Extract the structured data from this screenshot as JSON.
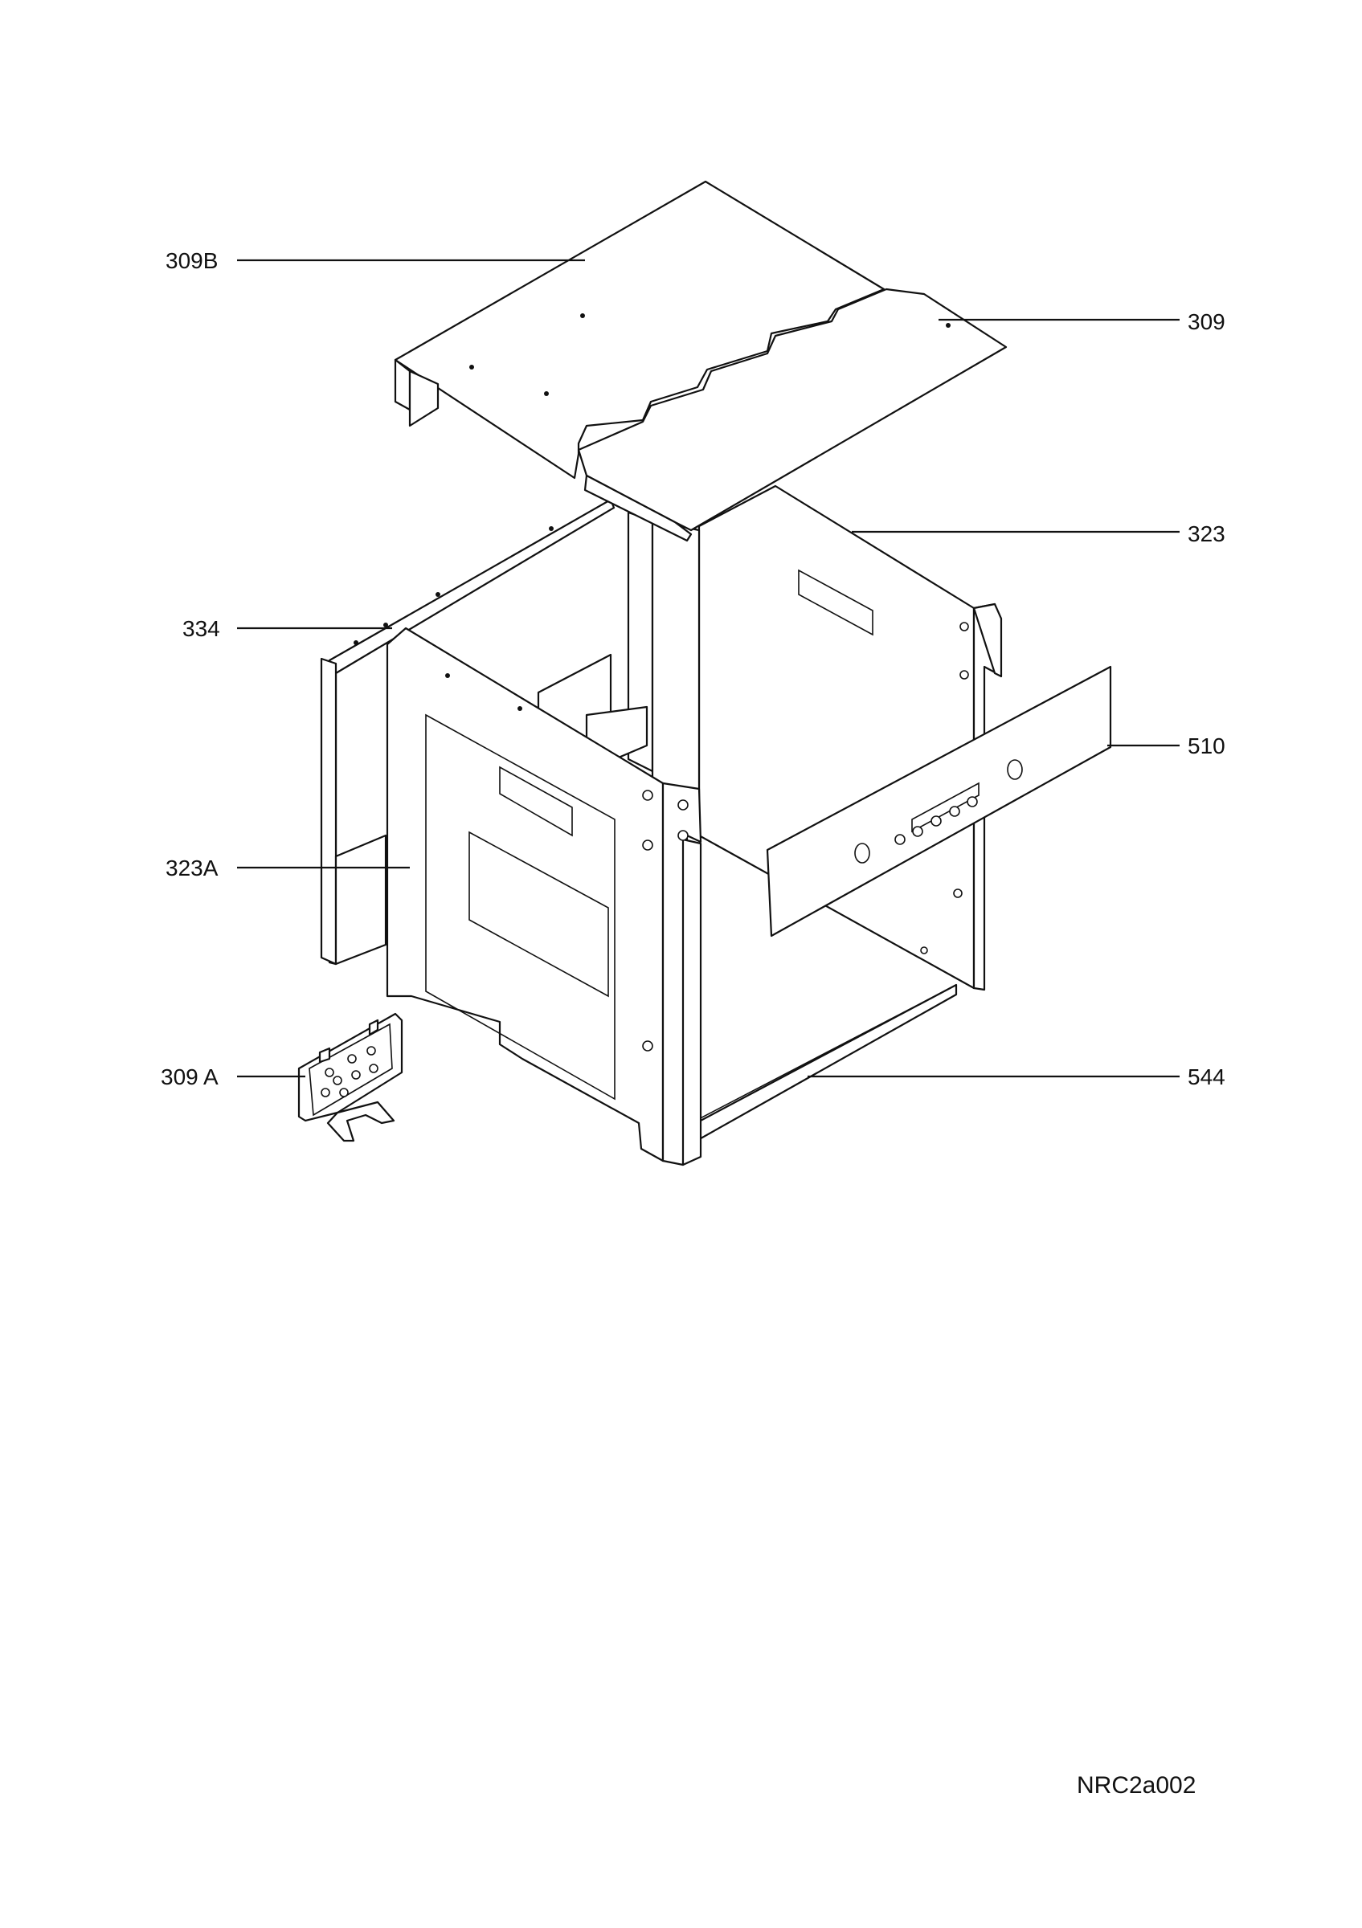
{
  "callouts": [
    {
      "id": "309B",
      "label": "309B"
    },
    {
      "id": "309",
      "label": "309"
    },
    {
      "id": "323",
      "label": "323"
    },
    {
      "id": "334",
      "label": "334"
    },
    {
      "id": "510",
      "label": "510"
    },
    {
      "id": "323A",
      "label": "323A"
    },
    {
      "id": "309A",
      "label": "309 A"
    },
    {
      "id": "544",
      "label": "544"
    }
  ],
  "document_code": "NRC2a002"
}
